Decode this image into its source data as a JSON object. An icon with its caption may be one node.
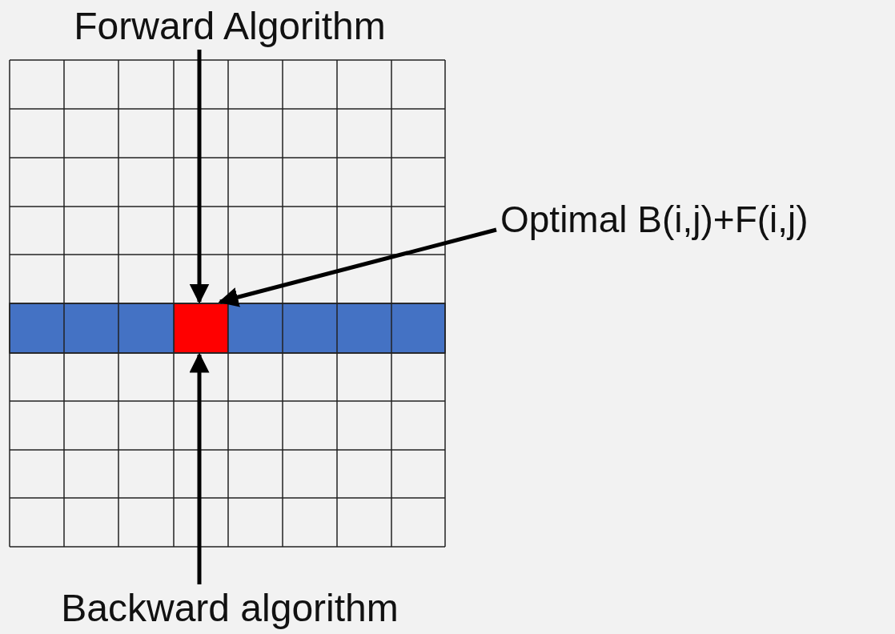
{
  "diagram": {
    "nodes": [
      {
        "text": [
          "Forward Algorithm"
        ]
      },
      {
        "text": [
          "Backward algorithm"
        ]
      },
      {
        "text": [
          "Optimal B(i,j)+F(i,j)"
        ]
      },
      {
        "text": [],
        "shape": "box"
      }
    ],
    "edges": [
      {
        "from": 0,
        "to": 3,
        "arrow": "to"
      },
      {
        "from": 1,
        "to": 3,
        "arrow": "to"
      },
      {
        "from": 2,
        "to": 3,
        "arrow": "to"
      }
    ]
  }
}
